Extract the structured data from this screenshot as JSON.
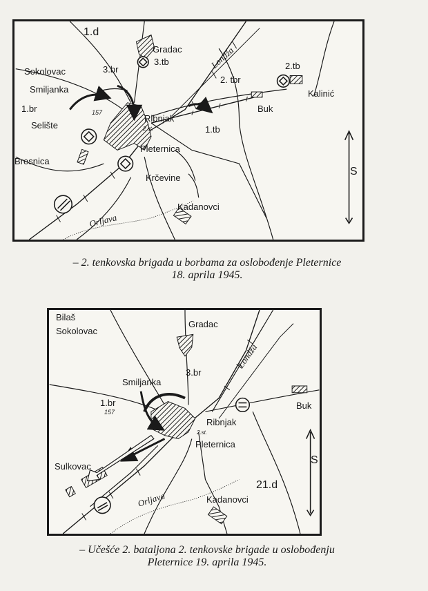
{
  "map1": {
    "labels": {
      "d1": "1.d",
      "gradac": "Gradac",
      "tb3": "3.tb",
      "br3": "3.br",
      "londza": "Londža",
      "tb2": "2.tb",
      "sokolovac": "Sokolovac",
      "smiljanka": "Smiljanka",
      "tbr2": "2. tbr",
      "kalinic": "Kalinić",
      "br1": "1.br",
      "n157": "157",
      "ribnjak": "Ribnjak",
      "buk": "Buk",
      "seliste": "Selište",
      "st2": "2.st.",
      "tb1": "1.tb",
      "pleternica": "Pleternica",
      "bresnica": "Bresnica",
      "krcevine": "Krčevine",
      "s": "S",
      "kadanovci": "Kadanovci",
      "orljava": "Orljava"
    },
    "caption_line1": "– 2. tenkovska brigada u borbama za oslobođenje Pleternice",
    "caption_line2": "18. aprila 1945."
  },
  "map2": {
    "labels": {
      "bilas": "Bilaš",
      "sokolovac": "Sokolovac",
      "gradac": "Gradac",
      "londza": "Londža",
      "br3": "3.br",
      "smiljanka": "Smiljanka",
      "br1": "1.br",
      "n157": "157",
      "buk": "Buk",
      "ribnjak": "Ribnjak",
      "st2": "2.st.",
      "pleternica": "Pleternica",
      "s": "S",
      "sulkovac": "Sulkovac",
      "d21": "21.d",
      "orljava": "Orljava",
      "kadanovci": "Kadanovci"
    },
    "caption_line1": "– Učešće 2. bataljona 2. tenkovske brigade u oslobođenju",
    "caption_line2": "Pleternice 19. aprila 1945."
  }
}
